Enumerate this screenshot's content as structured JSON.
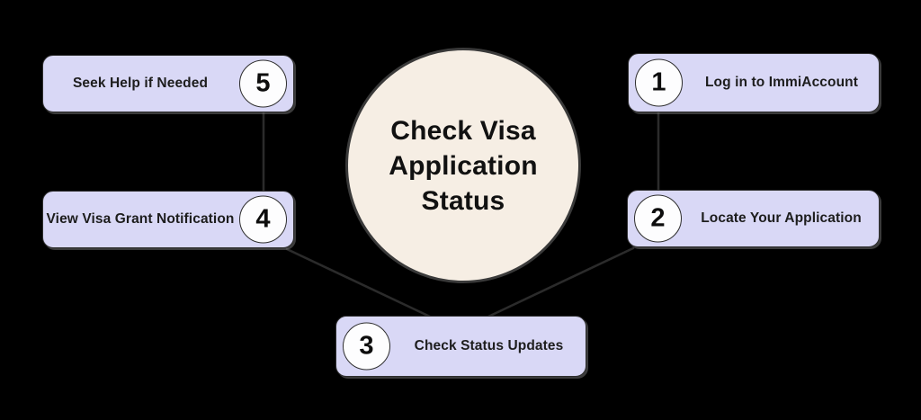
{
  "title": {
    "lines": [
      "Check Visa",
      "Application",
      "Status"
    ]
  },
  "steps": [
    {
      "number": "1",
      "label": "Log in to ImmiAccount"
    },
    {
      "number": "2",
      "label": "Locate Your Application"
    },
    {
      "number": "3",
      "label": "Check Status Updates"
    },
    {
      "number": "4",
      "label": "View Visa Grant Notification"
    },
    {
      "number": "5",
      "label": "Seek Help if Needed"
    }
  ],
  "colors": {
    "background": "#000000",
    "box_fill": "#d9d8f6",
    "box_border": "#2e2e2e",
    "badge_fill": "#fdfdfe",
    "badge_border": "#2e2e2e",
    "center_fill": "#f6eee4",
    "center_border": "#3a3a3a",
    "text": "#1d1d1d",
    "connector": "#2b2b2b"
  }
}
